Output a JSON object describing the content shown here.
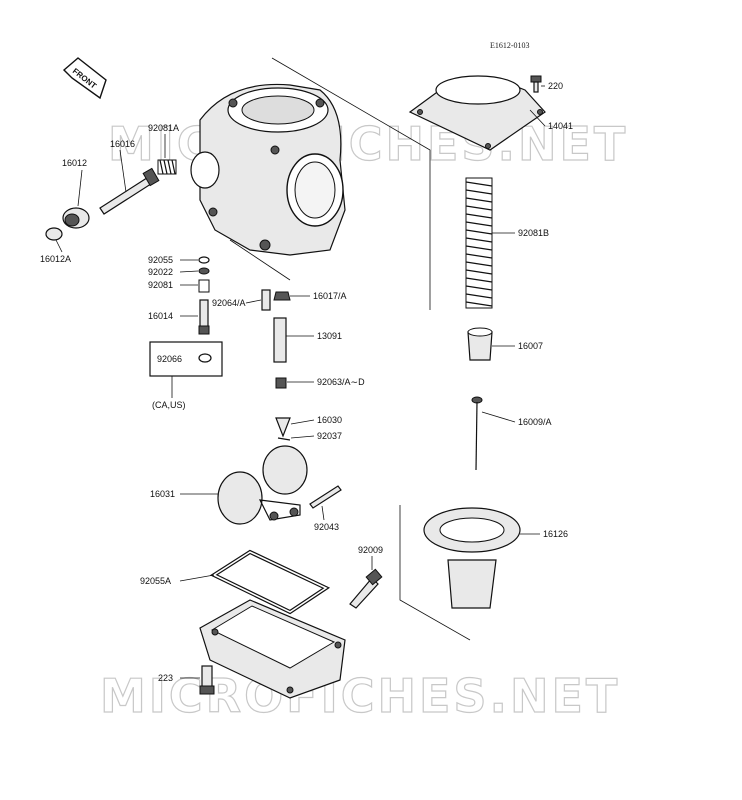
{
  "diagram_code": "E1612-0103",
  "front_label": "FRONT",
  "watermark": "MICROFICHES.NET",
  "region_note": "(CA,US)",
  "parts": {
    "p220": "220",
    "p14041": "14041",
    "p92081B": "92081B",
    "p16007": "16007",
    "p16009A": "16009/A",
    "p16126": "16126",
    "p92081A": "92081A",
    "p16016": "16016",
    "p16012": "16012",
    "p16012A": "16012A",
    "p92055": "92055",
    "p92022": "92022",
    "p92081": "92081",
    "p16014": "16014",
    "p92064A": "92064/A",
    "p16017A": "16017/A",
    "p13091": "13091",
    "p92066": "92066",
    "p92063AD": "92063/A∼D",
    "p16030": "16030",
    "p92037": "92037",
    "p16031": "16031",
    "p92043": "92043",
    "p92009": "92009",
    "p92055A": "92055A",
    "p223": "223"
  }
}
